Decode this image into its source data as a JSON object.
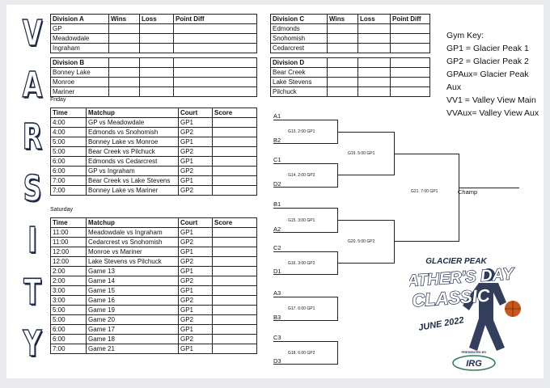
{
  "varsity_letters": [
    "V",
    "A",
    "R",
    "S",
    "I",
    "T",
    "Y"
  ],
  "divisions": {
    "headers": {
      "division_a": "Division A",
      "division_b": "Division B",
      "division_c": "Division C",
      "division_d": "Division D",
      "wins": "Wins",
      "loss": "Loss",
      "point_diff": "Point Diff"
    },
    "a": [
      "GP",
      "Meadowdale",
      "Ingraham"
    ],
    "b": [
      "Bonney Lake",
      "Monroe",
      "Mariner"
    ],
    "c": [
      "Edmonds",
      "Snohomish",
      "Cedarcrest"
    ],
    "d": [
      "Bear Creek",
      "Lake Stevens",
      "Pilchuck"
    ]
  },
  "schedule": {
    "friday_label": "Friday",
    "saturday_label": "Saturday",
    "columns": {
      "time": "Time",
      "matchup": "Matchup",
      "court": "Court",
      "score": "Score"
    },
    "friday": [
      {
        "time": "4:00",
        "matchup": "GP vs Meadowdale",
        "court": "GP1"
      },
      {
        "time": "4:00",
        "matchup": "Edmonds vs Snohomish",
        "court": "GP2"
      },
      {
        "time": "5:00",
        "matchup": "Bonney Lake vs Monroe",
        "court": "GP1"
      },
      {
        "time": "5:00",
        "matchup": "Bear Creek vs Pilchuck",
        "court": "GP2"
      },
      {
        "time": "6:00",
        "matchup": "Edmonds vs Cedarcrest",
        "court": "GP1"
      },
      {
        "time": "6:00",
        "matchup": "GP vs Ingraham",
        "court": "GP2"
      },
      {
        "time": "7:00",
        "matchup": "Bear Creek vs Lake Stevens",
        "court": "GP1"
      },
      {
        "time": "7:00",
        "matchup": "Bonney Lake vs Mariner",
        "court": "GP2"
      }
    ],
    "saturday": [
      {
        "time": "11:00",
        "matchup": "Meadowdale vs Ingraham",
        "court": "GP1"
      },
      {
        "time": "11:00",
        "matchup": "Cedarcrest vs Snohomish",
        "court": "GP2"
      },
      {
        "time": "12:00",
        "matchup": "Monroe vs Mariner",
        "court": "GP1"
      },
      {
        "time": "12:00",
        "matchup": "Lake Stevens vs Pilchuck",
        "court": "GP2"
      },
      {
        "time": "2:00",
        "matchup": "Game 13",
        "court": "GP1"
      },
      {
        "time": "2:00",
        "matchup": "Game 14",
        "court": "GP2"
      },
      {
        "time": "3:00",
        "matchup": "Game 15",
        "court": "GP1"
      },
      {
        "time": "3:00",
        "matchup": "Game 16",
        "court": "GP2"
      },
      {
        "time": "5:00",
        "matchup": "Game 19",
        "court": "GP1"
      },
      {
        "time": "5:00",
        "matchup": "Game 20",
        "court": "GP2"
      },
      {
        "time": "6:00",
        "matchup": "Game 17",
        "court": "GP1"
      },
      {
        "time": "6:00",
        "matchup": "Game 18",
        "court": "GP2"
      },
      {
        "time": "7:00",
        "matchup": "Game 21",
        "court": "GP1"
      }
    ]
  },
  "gym_key": {
    "title": "Gym Key:",
    "items": [
      "GP1 = Glacier Peak 1",
      "GP2 = Glacier Peak 2",
      "GPAux= Glacier Peak Aux",
      "VV1 = Valley View Main",
      "VVAux= Valley View Aux"
    ]
  },
  "bracket": {
    "seeds": [
      "A1",
      "B2",
      "C1",
      "D2",
      "B1",
      "A2",
      "C2",
      "D1",
      "A3",
      "B3",
      "C3",
      "D3"
    ],
    "games": {
      "g13": "G13. 2:00 GP1",
      "g14": "G14. 2:00 GP2",
      "g15": "G15. 3:00 GP1",
      "g16": "G16. 3:00 GP2",
      "g17": "G17. 6:00 GP1",
      "g18": "G18. 6:00 GP2",
      "g19": "G19. 5:00 GP1",
      "g20": "G20. 5:00 GP2",
      "g21": "G21. 7:00 GP1"
    },
    "champ": "Champ"
  },
  "logo": {
    "top": "GLACIER PEAK",
    "line1": "FATHER'S DAY",
    "line2": "CLASSIC",
    "date": "JUNE 2022",
    "presented": "PRESENTED BY",
    "sponsor": "IRG",
    "colors": {
      "navy": "#1d2a4a",
      "ball": "#c8571b",
      "green": "#2e7d5b"
    }
  }
}
